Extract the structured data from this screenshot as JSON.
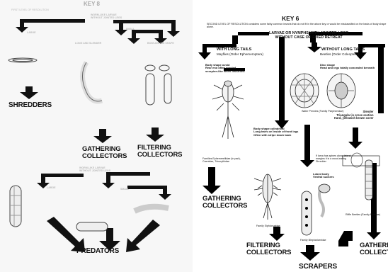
{
  "left": {
    "key_title": "KEY 8",
    "level_text": "FIRST LEVEL OF RESOLUTION",
    "worm_header": "WORM-LIKE LARVAE\nWITHOUT JOINTED LEGS",
    "large": "LARGE",
    "small": "SMALL",
    "long_slender": "LONG AND SLENDER",
    "bowling_pin": "BOWLING PIN SHAPE",
    "shredders": "SHREDDERS",
    "gathering": "GATHERING\nCOLLECTORS",
    "filtering": "FILTERING\nCOLLECTORS",
    "worm_header2": "WORM-LIKE LARVAE\nWITHOUT JOINTED LEGS",
    "large2": "LARGE",
    "small2": "SMALL",
    "predators": "PREDATORS"
  },
  "right": {
    "key_title": "KEY 6",
    "intro": "SECOND LEVEL OF RESOLUTION considers some fairly common insects that do not fit in the above key or would be misclassified on the basis of body shape alone.",
    "header": "LARVAE OR NYMPHS WITH JOINTED LEGS\nWITHOUT CASE OR FIXED RETREAT",
    "with_tails": "WITH LONG TAILS",
    "with_tails_sub": "Mayflies (Order Ephemeroptera)",
    "without_tails": "WITHOUT LONG TAILS",
    "without_tails_sub": "Beetles (Order Coleoptera)",
    "ovoid": "Body shape ovoid\nRear end often erected\nscorpion-like when disturbed",
    "disc": "Disc shape\nHead and legs totally concealed beneath",
    "water_pennies": "Water Pennies (Family Psephenidae)",
    "slender": "Slender\nTriangular in cross section\nHard, yellowish brown cover",
    "cylindrical": "Body shape cylindrical\nLong hairs on inside of front legs\nOften with stripe down back",
    "families": "Families Ephemerellidae (in part),\nCaenidae, Tricorythidae",
    "gathering": "GATHERING\nCOLLECTORS",
    "spiny": "If larva has spines along lateral\nmargins it is a wood-eating\nShredder",
    "lobed": "Lobed body\nVentral suckers",
    "siphlonuridae": "Family Siphlonuridae",
    "riffle": "Riffle Beetles (Family Elmidae)",
    "blepharic": "Family Blephariceridae",
    "filtering": "FILTERING\nCOLLECTORS",
    "gathering2": "GATHERING\nCOLLECTORS",
    "scrapers": "SCRAPERS"
  }
}
